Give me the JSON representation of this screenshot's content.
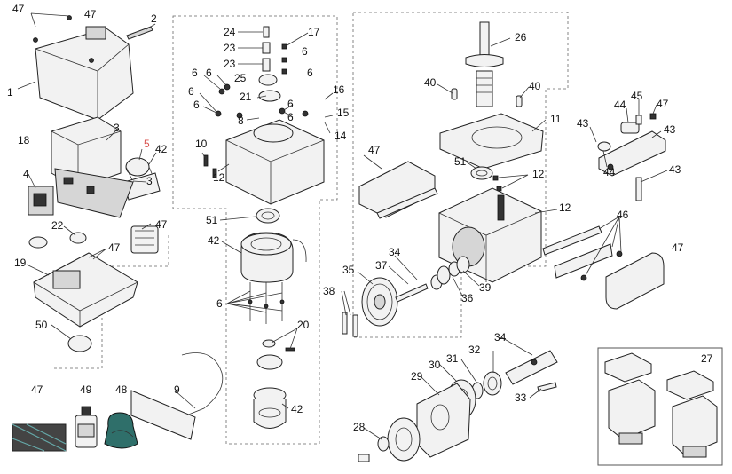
{
  "labels": {
    "l1": "1",
    "l2": "2",
    "l3a": "3",
    "l3b": "3",
    "l4": "4",
    "l5": "5",
    "l6a": "6",
    "l6b": "6",
    "l6c": "6",
    "l6d": "6",
    "l6e": "6",
    "l6f": "6",
    "l6g": "6",
    "l6h": "6",
    "l6i": "6",
    "l8": "8",
    "l9": "9",
    "l10": "10",
    "l11": "11",
    "l12a": "12",
    "l12b": "12",
    "l12c": "12",
    "l14": "14",
    "l15": "15",
    "l16": "16",
    "l17": "17",
    "l18": "18",
    "l19": "19",
    "l20": "20",
    "l21": "21",
    "l22": "22",
    "l23a": "23",
    "l23b": "23",
    "l24": "24",
    "l25": "25",
    "l26": "26",
    "l27": "27",
    "l28": "28",
    "l29": "29",
    "l30": "30",
    "l31": "31",
    "l32": "32",
    "l33": "33",
    "l34a": "34",
    "l34b": "34",
    "l35": "35",
    "l36": "36",
    "l37": "37",
    "l38": "38",
    "l39": "39",
    "l40a": "40",
    "l40b": "40",
    "l42a": "42",
    "l42b": "42",
    "l42c": "42",
    "l43a": "43",
    "l43b": "43",
    "l43c": "43",
    "l44a": "44",
    "l44b": "44",
    "l45": "45",
    "l46": "46",
    "l47a": "47",
    "l47b": "47",
    "l47c": "47",
    "l47d": "47",
    "l47e": "47",
    "l47f": "47",
    "l47g": "47",
    "l47h": "47",
    "l48": "48",
    "l49": "49",
    "l50": "50",
    "l51a": "51",
    "l51b": "51"
  },
  "highlight_color": "#d9534f"
}
